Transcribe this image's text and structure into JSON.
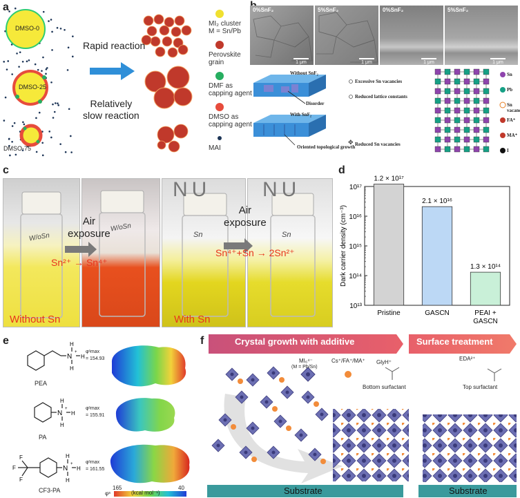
{
  "panels": {
    "a": "a",
    "b": "b",
    "c": "c",
    "d": "d",
    "e": "e",
    "f": "f"
  },
  "panel_a": {
    "drops": [
      "DMSO-0",
      "DMSO-25",
      "DMSO-75"
    ],
    "rapid": "Rapid reaction",
    "slow": [
      "Relatively",
      "slow reaction"
    ],
    "legend": [
      {
        "text": "MI₂ cluster\nM = Sn/Pb",
        "color": "#f0e030"
      },
      {
        "text": "Perovskite\ngrain",
        "color": "#c0392b"
      },
      {
        "text": "DMF as\ncapping agent",
        "color": "#27ae60"
      },
      {
        "text": "DMSO as\ncapping agent",
        "color": "#e74c3c"
      },
      {
        "text": "MAI",
        "color": "#1d3557"
      }
    ]
  },
  "panel_b": {
    "sem_labels": [
      "0%SnF₂",
      "5%SnF₂",
      "0%SnF₂",
      "5%SnF₂"
    ],
    "scale": "1 μm",
    "without": "Without SnF₂",
    "with": "With SnF₂",
    "disorder": "Disorder",
    "oriented": "Oriented topological growth",
    "notes": [
      "Excessive Sn vacancies",
      "Reduced lattice constants",
      "Reduced Sn vacancies"
    ],
    "legend": [
      {
        "text": "Sn",
        "color": "#8e44ad"
      },
      {
        "text": "Pb",
        "color": "#16a085"
      },
      {
        "text": "Sn vacancy",
        "color": "#e67e22"
      },
      {
        "text": "FA⁺",
        "color": "#c0392b"
      },
      {
        "text": "MA⁺",
        "color": "#c0392b"
      },
      {
        "text": "I",
        "color": "#111111"
      }
    ]
  },
  "panel_c": {
    "without": "Without Sn",
    "with": "With Sn",
    "air": [
      "Air",
      "exposure"
    ],
    "air2": [
      "Air",
      "exposure"
    ],
    "reaction1": "Sn²⁺ → Sn⁴⁺",
    "reaction2": "Sn⁴⁺+Sn → 2Sn²⁺",
    "vial_text": [
      "W/oSn",
      "W/oSn",
      "Sn",
      "Sn"
    ],
    "bg_text": "NU"
  },
  "chart_data": {
    "type": "bar",
    "categories": [
      "Pristine",
      "GASCN",
      "PEAI +\nGASCN"
    ],
    "values": [
      1.2e+17,
      2.1e+16,
      130000000000000.0
    ],
    "value_labels": [
      "1.2 × 10¹⁷",
      "2.1 × 10¹⁶",
      "1.3 × 10¹⁴"
    ],
    "colors": [
      "#d3d3d3",
      "#bcd8f5",
      "#c9f0d8"
    ],
    "ylabel": "Dark carrier density (cm⁻³)",
    "yscale": "log",
    "ylim": [
      10000000000000.0,
      1e+17
    ],
    "yticks": [
      "10¹³",
      "10¹⁴",
      "10¹⁵",
      "10¹⁶",
      "10¹⁷"
    ]
  },
  "panel_e": {
    "molecules": [
      {
        "name": "PEA",
        "value": "φˢmax\n= 154.93"
      },
      {
        "name": "PA",
        "value": "φˢmax\n= 155.91"
      },
      {
        "name": "CF3-PA",
        "value": "φˢmax\n= 161.55"
      }
    ],
    "scale_min": "165",
    "scale_max": "40",
    "scale_unit": "(kcal mol⁻¹)",
    "scale_symbol": "φˢ"
  },
  "panel_f": {
    "arrow1": "Crystal growth with additive",
    "arrow2": "Surface treatment",
    "mi": "MI₆⁴⁻",
    "mi_sub": "(M = Pb/Sn)",
    "cations": "Cs⁺/FA⁺/MA⁺",
    "glyh": "GlyH⁺",
    "bottom": "Bottom surfactant",
    "eda": "EDA²⁺",
    "top": "Top surfactant",
    "substrate": "Substrate",
    "substrate2": "Substrate"
  }
}
